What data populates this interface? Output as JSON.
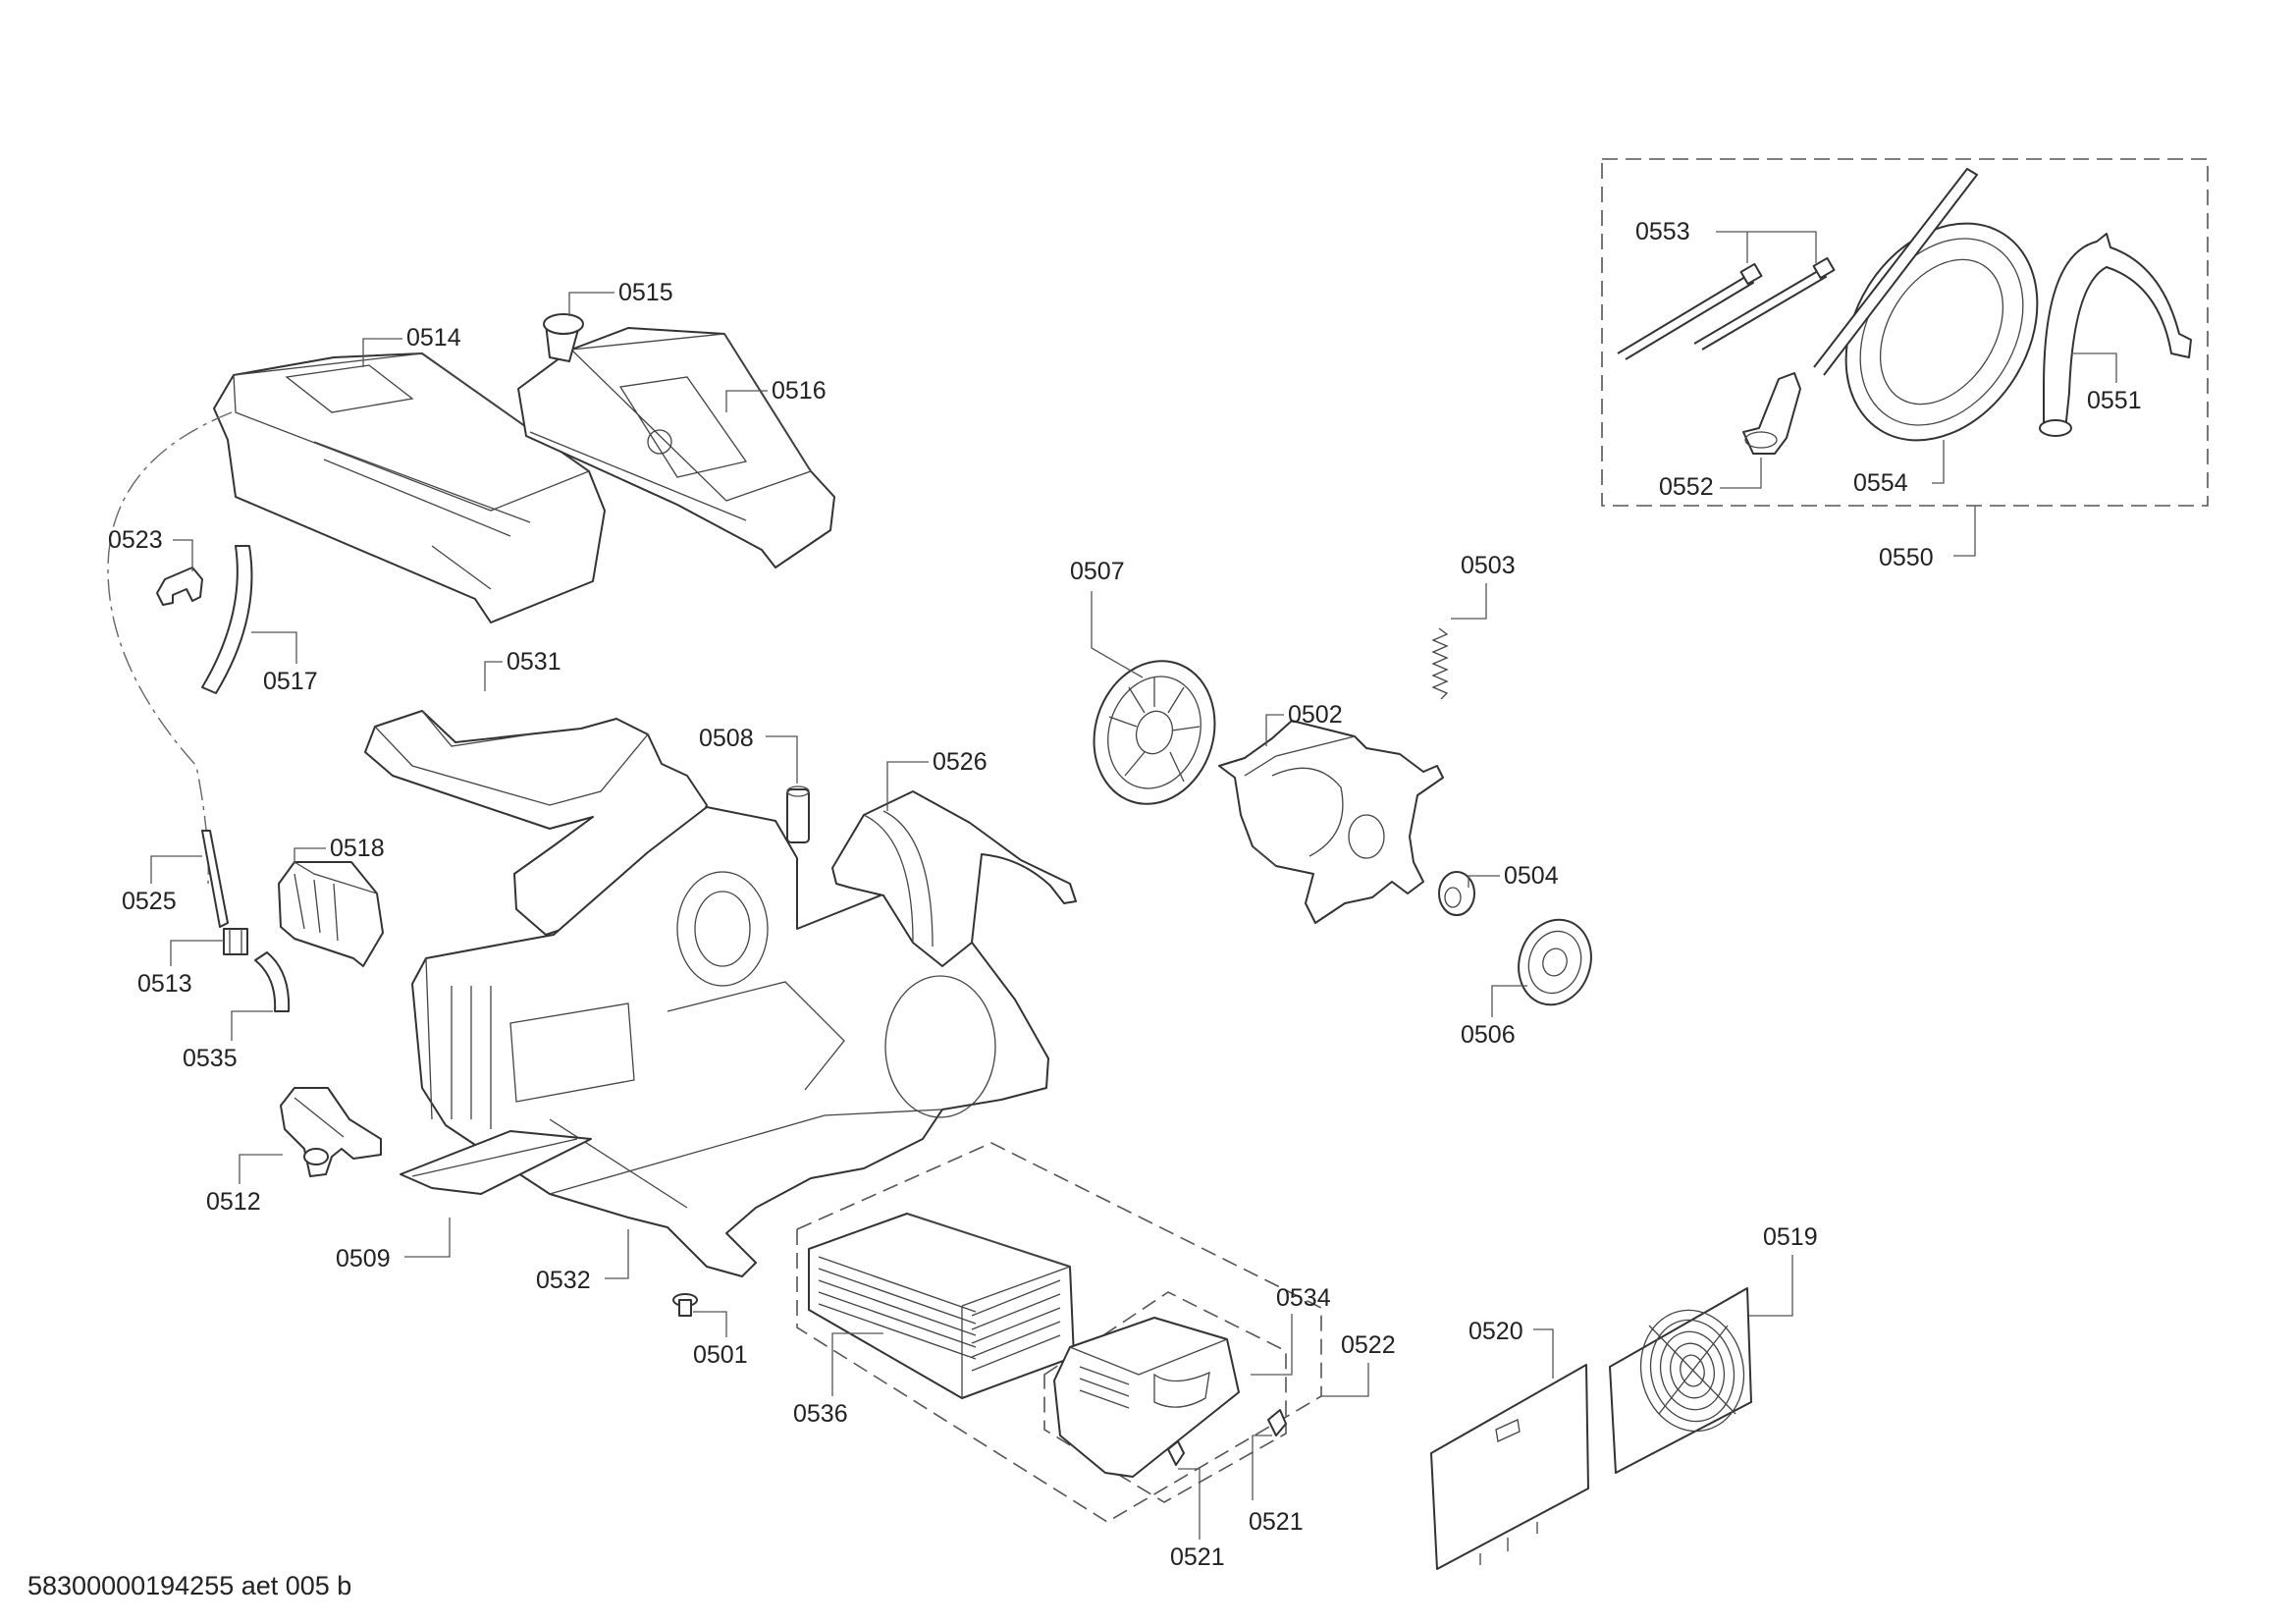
{
  "footer": {
    "drawing_id": "58300000194255 aet 005 b"
  },
  "parts": {
    "p0501": "0501",
    "p0502": "0502",
    "p0503": "0503",
    "p0504": "0504",
    "p0506": "0506",
    "p0507": "0507",
    "p0508": "0508",
    "p0509": "0509",
    "p0512": "0512",
    "p0513": "0513",
    "p0514": "0514",
    "p0515": "0515",
    "p0516": "0516",
    "p0517": "0517",
    "p0518": "0518",
    "p0519": "0519",
    "p0520": "0520",
    "p0521": "0521",
    "p0522": "0522",
    "p0523": "0523",
    "p0525": "0525",
    "p0526": "0526",
    "p0531": "0531",
    "p0532": "0532",
    "p0534": "0534",
    "p0535": "0535",
    "p0536": "0536",
    "p0550": "0550",
    "p0551": "0551",
    "p0552": "0552",
    "p0553": "0553",
    "p0554": "0554"
  }
}
